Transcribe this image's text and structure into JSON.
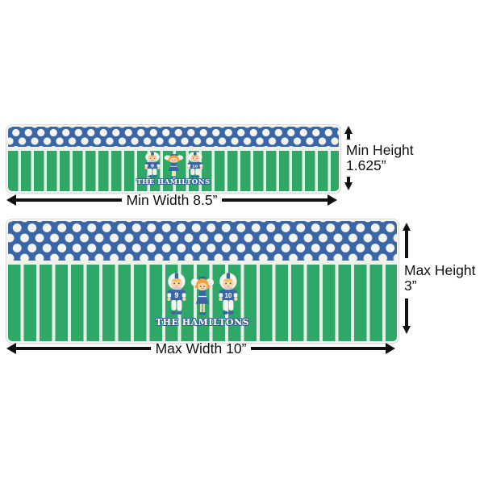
{
  "design": {
    "team_name": "THE HAMILTONS",
    "characters": {
      "player_left_number": "9",
      "player_right_number": "10"
    },
    "colors": {
      "polka_blue": "#3b66a6",
      "field_green": "#2fa767",
      "stripe_white": "#e9ece7",
      "dot_white": "#f4f4f0",
      "jersey_blue": "#3b66a6",
      "hair_orange": "#f5a13d",
      "skin": "#fcd7ad",
      "annotation_black": "#111111"
    }
  },
  "annotations": {
    "min_width": "Min Width 8.5”",
    "min_height_line1": "Min Height",
    "min_height_line2": "1.625”",
    "max_width": "Max Width 10”",
    "max_height_line1": "Max Height",
    "max_height_line2": "3”"
  }
}
